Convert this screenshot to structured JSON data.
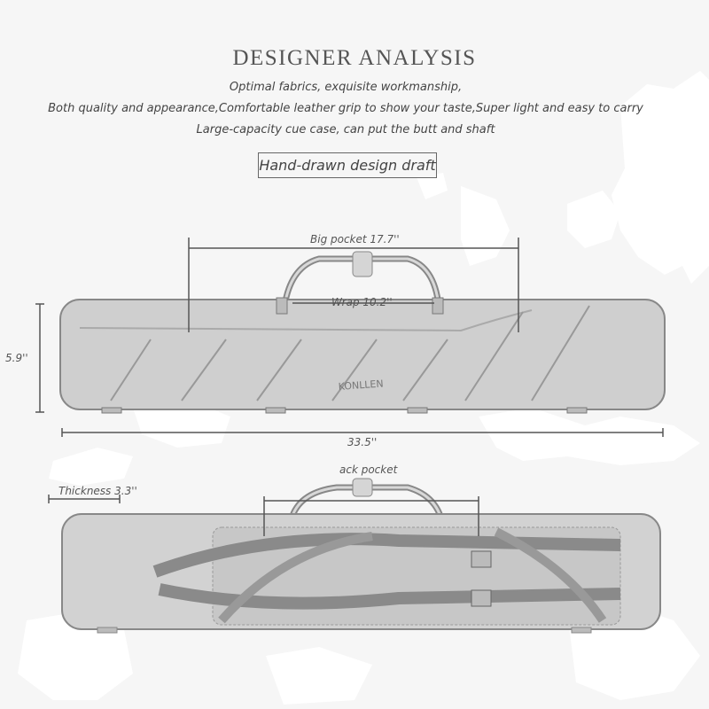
{
  "header": {
    "title": "DESIGNER ANALYSIS",
    "lines": [
      "Optimal fabrics, exquisite workmanship,",
      "Both quality and appearance,Comfortable leather grip to show your taste,Super light and easy to carry",
      "Large-capacity cue case, can put the butt and shaft"
    ],
    "draft_label": "Hand-drawn design draft"
  },
  "front_view": {
    "big_pocket": "Big pocket 17.7''",
    "wrap": "Wrap 10.2''",
    "height": "5.9''",
    "length": "33.5''",
    "brand": "KONLLEN"
  },
  "back_view": {
    "thickness": "Thickness 3.3''",
    "back_pocket": "ack pocket"
  },
  "colors": {
    "background": "#f6f6f6",
    "map_blob": "#ffffff",
    "sketch_fill": "#cfcfcf",
    "sketch_line": "#7a7a7a"
  }
}
